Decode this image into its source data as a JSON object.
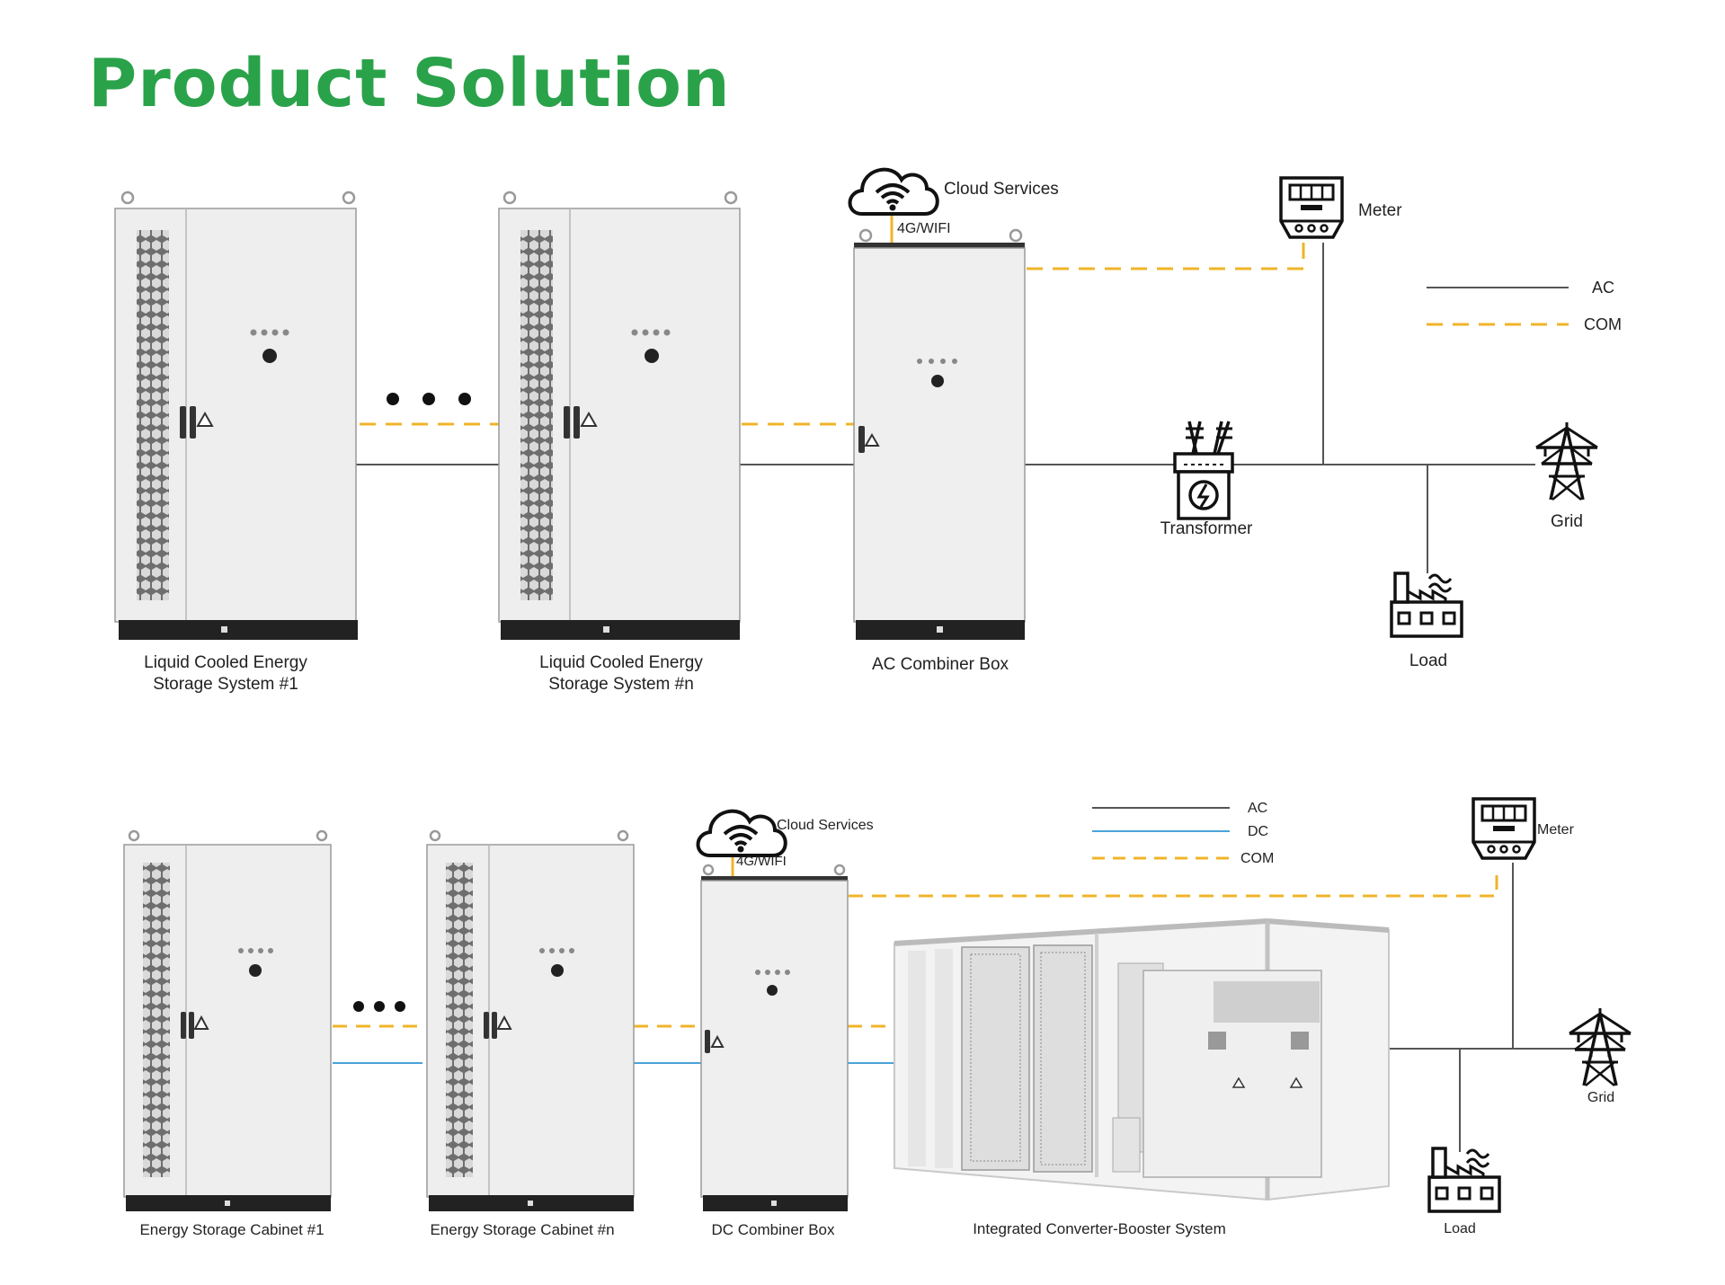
{
  "page_title": "Product Solution",
  "colors": {
    "title": "#2aa24a",
    "ac_line": "#555555",
    "dc_line": "#4aa3d8",
    "com_line": "#f0b429",
    "cabinet_body": "#eeeeee",
    "cabinet_edge": "#9a9a9a",
    "cabinet_base": "#222222"
  },
  "top": {
    "storage_1_line1": "Liquid Cooled Energy",
    "storage_1_line2": "Storage System #1",
    "storage_n_line1": "Liquid Cooled Energy",
    "storage_n_line2": "Storage System #n",
    "combiner": "AC Combiner Box",
    "cloud": "Cloud Services",
    "wifi": "4G/WIFI",
    "meter": "Meter",
    "transformer": "Transformer",
    "grid": "Grid",
    "load": "Load",
    "legend": [
      "AC",
      "COM"
    ]
  },
  "bottom": {
    "cabinet_1": "Energy Storage Cabinet #1",
    "cabinet_n": "Energy Storage Cabinet #n",
    "combiner": "DC Combiner Box",
    "converter": "Integrated Converter-Booster System",
    "cloud": "Cloud Services",
    "wifi": "4G/WIFI",
    "meter": "Meter",
    "grid": "Grid",
    "load": "Load",
    "legend": [
      "AC",
      "DC",
      "COM"
    ]
  }
}
